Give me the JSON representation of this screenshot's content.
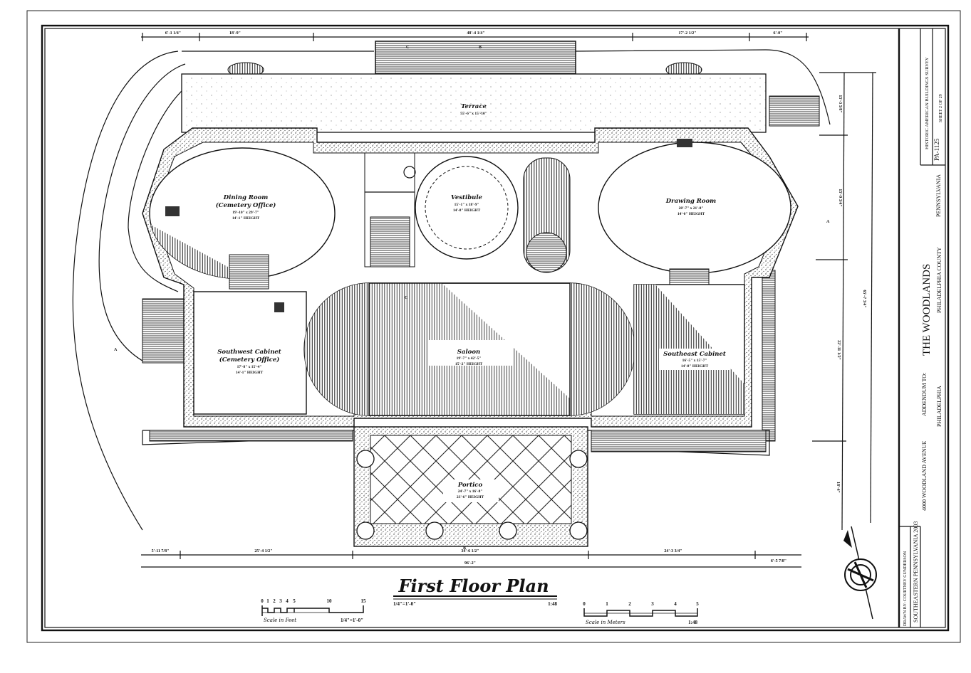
{
  "drawing_title": "First Floor Plan",
  "title_scale": {
    "left": "1/4\"=1'-0\"",
    "right": "1:48"
  },
  "scale_feet": {
    "ticks": [
      "0",
      "1",
      "2",
      "3",
      "4",
      "5",
      "10",
      "15"
    ],
    "caption": "Scale in Feet",
    "ratio": "1/4\"=1'-0\""
  },
  "scale_meters": {
    "ticks": [
      "0",
      "1",
      "2",
      "3",
      "4",
      "5"
    ],
    "caption": "Scale in Meters",
    "ratio": "1:48"
  },
  "rooms": [
    {
      "name": "Terrace",
      "size": "55'-6\" x 15'-10\"",
      "height": ""
    },
    {
      "name": "Dining Room",
      "sub": "(Cemetery Office)",
      "size": "19'-10\" x 29'-7\"",
      "height": "14'-1\" HEIGHT"
    },
    {
      "name": "Vestibule",
      "size": "15'-1\" x 18'-9\"",
      "height": "14'-8\" HEIGHT"
    },
    {
      "name": "Drawing Room",
      "size": "28'-7\" x 21'-8\"",
      "height": "14'-0\" HEIGHT"
    },
    {
      "name": "Southwest Cabinet",
      "sub": "(Cemetery Office)",
      "size": "17'-8\" x 15'-4\"",
      "height": "14'-1\" HEIGHT"
    },
    {
      "name": "Saloon",
      "size": "19'-7\" x 42'-5\"",
      "height": "15'-2\" HEIGHT"
    },
    {
      "name": "Southeast Cabinet",
      "size": "16'-5\" x 15'-7\"",
      "height": "14'-8\" HEIGHT"
    },
    {
      "name": "Portico",
      "size": "24'-7\" x 16'-8\"",
      "height": "23'-6\" HEIGHT"
    }
  ],
  "dimensions": {
    "top": [
      "6'-1 1/4\"",
      "18'-9\"",
      "48'-4 1/4\"",
      "17'-2 1/2\"",
      "6'-0\""
    ],
    "bottom": [
      "5'-11 7/8\"",
      "25'-4 1/2\"",
      "34'-6 1/2\"",
      "24'-3 3/4\"",
      "6'-5 7/8\""
    ],
    "bottom_total": "96'-2\"",
    "right": [
      "15'-3 5/8\"",
      "15'-9 3/4\"",
      "22'-11 1/2\"",
      "18'-4\""
    ],
    "right_total": "65'-7 3/4\""
  },
  "section_markers": {
    "a": "A",
    "b": "B",
    "c": "C"
  },
  "title_block": {
    "survey": "HISTORIC AMERICAN BUILDINGS SURVEY",
    "sheet": "SHEET 2 OF 29",
    "survey_number": "PA-1125",
    "addendum": "ADDENDUM TO:",
    "name": "THE WOODLANDS",
    "address": "4000 WOODLAND AVENUE",
    "city": "PHILADELPHIA",
    "county": "PHILADELPHIA COUNTY",
    "state": "PENNSYLVANIA",
    "project": "SOUTHEASTERN PENNSYLVANIA 2003",
    "drawn_by": "DRAWN BY: COURTNEY GUNDERSON"
  }
}
